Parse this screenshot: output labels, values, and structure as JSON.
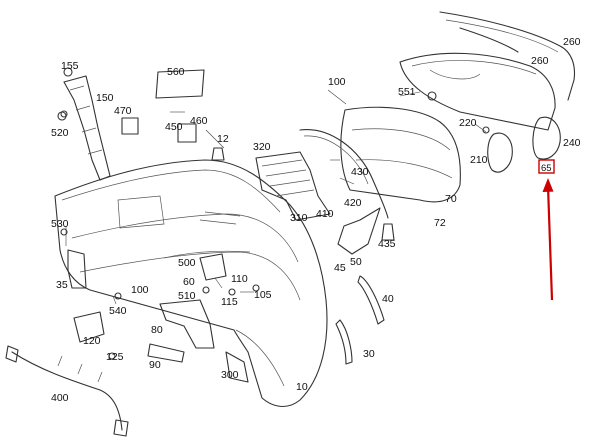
{
  "diagram": {
    "part_labels": [
      {
        "id": "p560",
        "text": "560"
      },
      {
        "id": "p155",
        "text": "155"
      },
      {
        "id": "p150",
        "text": "150"
      },
      {
        "id": "p470",
        "text": "470"
      },
      {
        "id": "p520",
        "text": "520"
      },
      {
        "id": "p450",
        "text": "450"
      },
      {
        "id": "p460",
        "text": "460"
      },
      {
        "id": "p12",
        "text": "12"
      },
      {
        "id": "p100a",
        "text": "100"
      },
      {
        "id": "p551",
        "text": "551"
      },
      {
        "id": "p260a",
        "text": "260"
      },
      {
        "id": "p260b",
        "text": "260"
      },
      {
        "id": "p220",
        "text": "220"
      },
      {
        "id": "p240",
        "text": "240"
      },
      {
        "id": "p210",
        "text": "210"
      },
      {
        "id": "p320",
        "text": "320"
      },
      {
        "id": "p430",
        "text": "430"
      },
      {
        "id": "p310",
        "text": "310"
      },
      {
        "id": "p410",
        "text": "410"
      },
      {
        "id": "p420",
        "text": "420"
      },
      {
        "id": "p70",
        "text": "70"
      },
      {
        "id": "p72",
        "text": "72"
      },
      {
        "id": "p530",
        "text": "530"
      },
      {
        "id": "p435",
        "text": "435"
      },
      {
        "id": "p45",
        "text": "45"
      },
      {
        "id": "p50",
        "text": "50"
      },
      {
        "id": "p500",
        "text": "500"
      },
      {
        "id": "p60",
        "text": "60"
      },
      {
        "id": "p110",
        "text": "110"
      },
      {
        "id": "p35",
        "text": "35"
      },
      {
        "id": "p100b",
        "text": "100"
      },
      {
        "id": "p510",
        "text": "510"
      },
      {
        "id": "p115",
        "text": "115"
      },
      {
        "id": "p105",
        "text": "105"
      },
      {
        "id": "p40",
        "text": "40"
      },
      {
        "id": "p540",
        "text": "540"
      },
      {
        "id": "p80",
        "text": "80"
      },
      {
        "id": "p120",
        "text": "120"
      },
      {
        "id": "p125",
        "text": "125"
      },
      {
        "id": "p90",
        "text": "90"
      },
      {
        "id": "p30",
        "text": "30"
      },
      {
        "id": "p300",
        "text": "300"
      },
      {
        "id": "p400",
        "text": "400"
      },
      {
        "id": "p10",
        "text": "10"
      },
      {
        "id": "p65",
        "text": "65"
      }
    ],
    "highlight_color": "#cc0000",
    "line_color": "#333333",
    "background_color": "#ffffff"
  }
}
